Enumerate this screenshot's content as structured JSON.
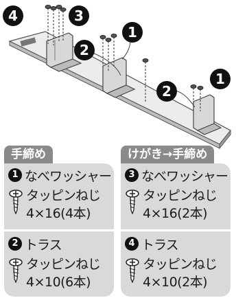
{
  "markers": {
    "m4": "4",
    "m3": "3",
    "m1_top": "1",
    "m2_mid": "2",
    "m2_right": "2",
    "m1_right": "1"
  },
  "panels": [
    {
      "title": "手締め",
      "items": [
        {
          "num": "1",
          "name": "なべワッシャー",
          "type": "タッピンねじ",
          "spec": "4×16(4本)",
          "icon": "screw-icon"
        },
        {
          "num": "2",
          "name": "トラス",
          "type": "タッピンねじ",
          "spec": "4×10(6本)",
          "icon": "screw-icon"
        }
      ]
    },
    {
      "title": "けがき→手締め",
      "items": [
        {
          "num": "3",
          "name": "なべワッシャー",
          "type": "タッピンねじ",
          "spec": "4×16(2本)",
          "icon": "screw-icon"
        },
        {
          "num": "4",
          "name": "トラス",
          "type": "タッピンねじ",
          "spec": "4×10(2本)",
          "icon": "screw-icon"
        }
      ]
    }
  ]
}
